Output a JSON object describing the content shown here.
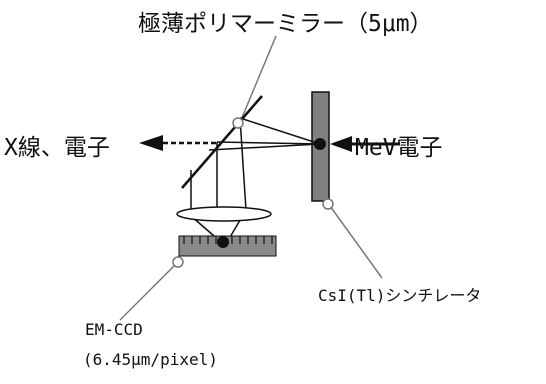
{
  "labels": {
    "mirror": "極薄ポリマーミラー（5μm）",
    "xray_electron": "X線、電子",
    "mev_electron": "MeV電子",
    "scintillator": "CsI(Tl)シンチレータ",
    "ccd": "EM-CCD",
    "ccd_pixel": "(6.45μm/pixel)"
  },
  "colors": {
    "line": "#111111",
    "scintillator_fill": "#808080",
    "ccd_fill": "#8a8a8a",
    "leader": "#777777"
  }
}
